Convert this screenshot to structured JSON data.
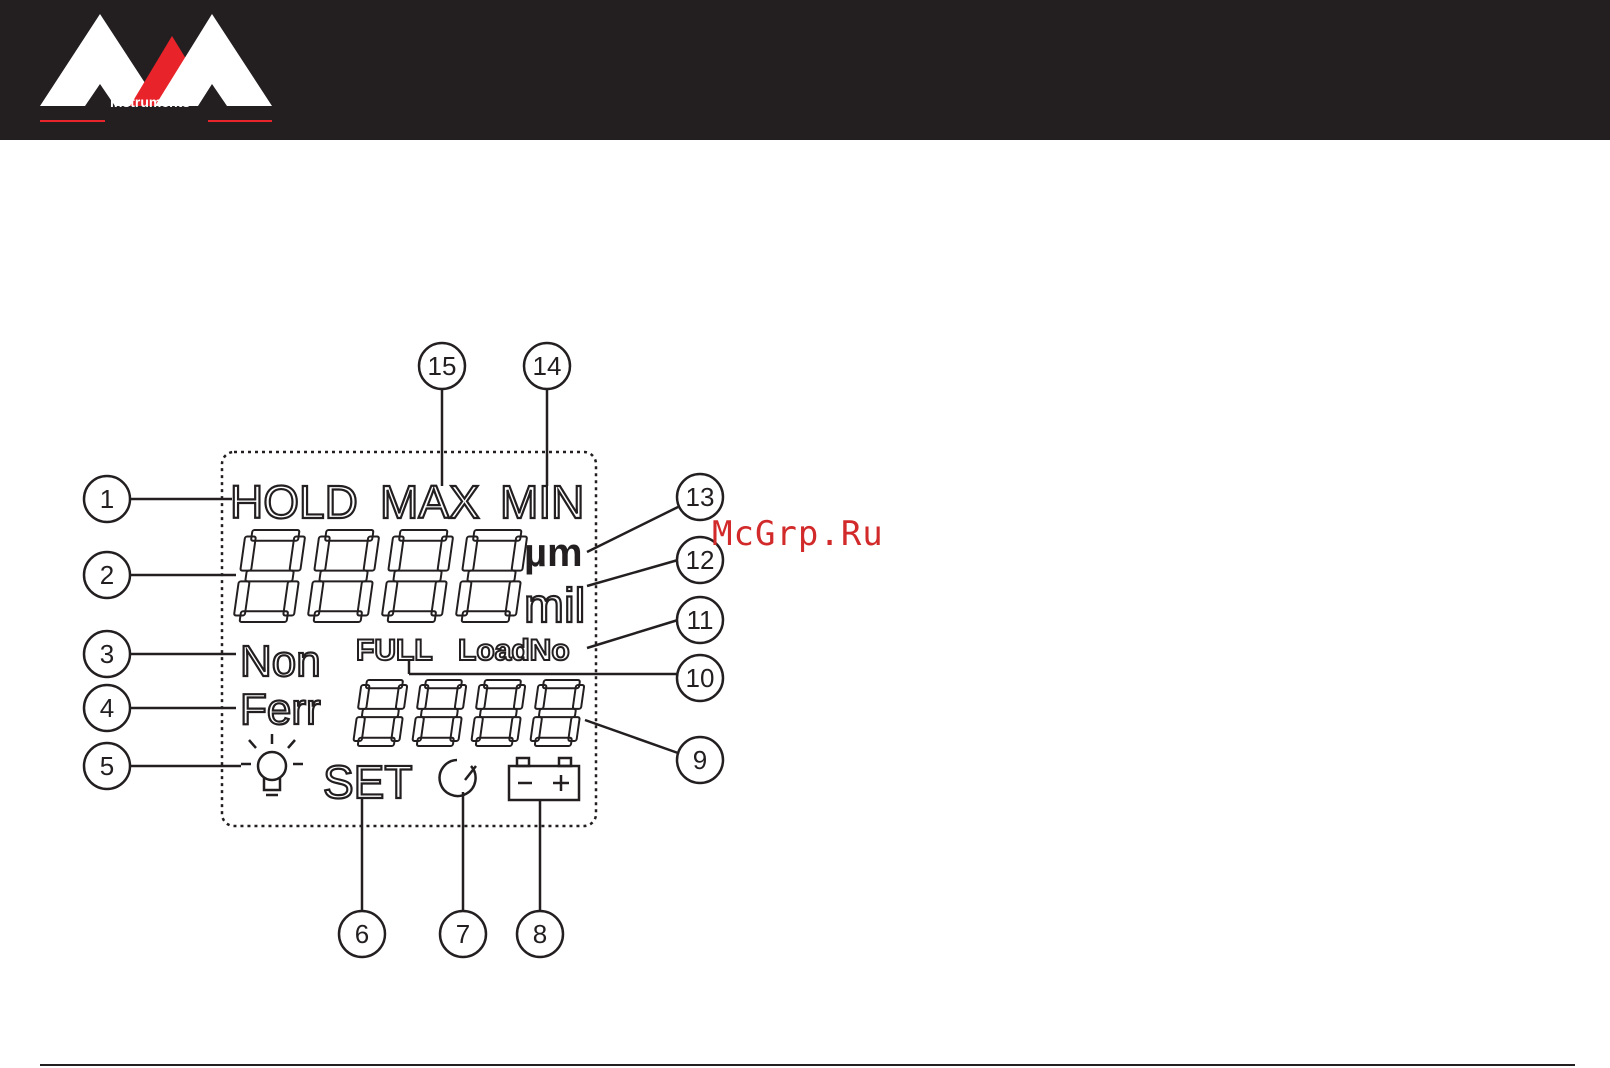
{
  "header": {
    "logo_text": "ADA",
    "logo_subtitle": "instruments"
  },
  "watermark": "McGrp.Ru",
  "lcd": {
    "hold": "HOLD",
    "max": "MAX",
    "min": "MIN",
    "unit_um": "µm",
    "unit_mil": "mil",
    "non": "Non",
    "ferr": "Ferr",
    "full": "FULL",
    "load_no": "LoadNo",
    "set": "SET",
    "icons": [
      "lightbulb-icon",
      "timer-icon",
      "battery-icon"
    ]
  },
  "callouts": [
    "1",
    "2",
    "3",
    "4",
    "5",
    "6",
    "7",
    "8",
    "9",
    "10",
    "11",
    "12",
    "13",
    "14",
    "15"
  ]
}
